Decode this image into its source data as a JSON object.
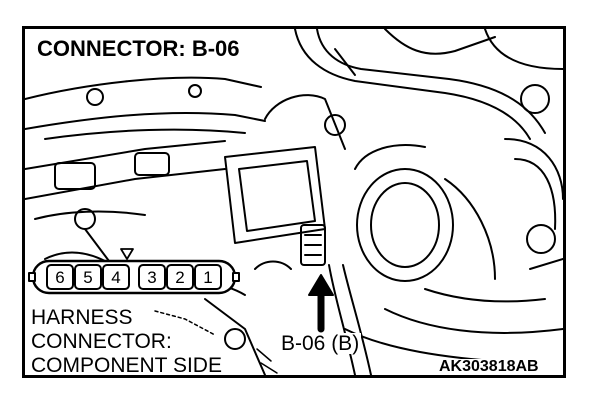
{
  "title": "CONNECTOR: B-06",
  "harness_label": {
    "line1": "HARNESS",
    "line2": "CONNECTOR:",
    "line3": "COMPONENT SIDE"
  },
  "pins": [
    "6",
    "5",
    "4",
    "3",
    "2",
    "1"
  ],
  "pointer_label": "B-06 (B)",
  "figure_code": "AK303818AB"
}
